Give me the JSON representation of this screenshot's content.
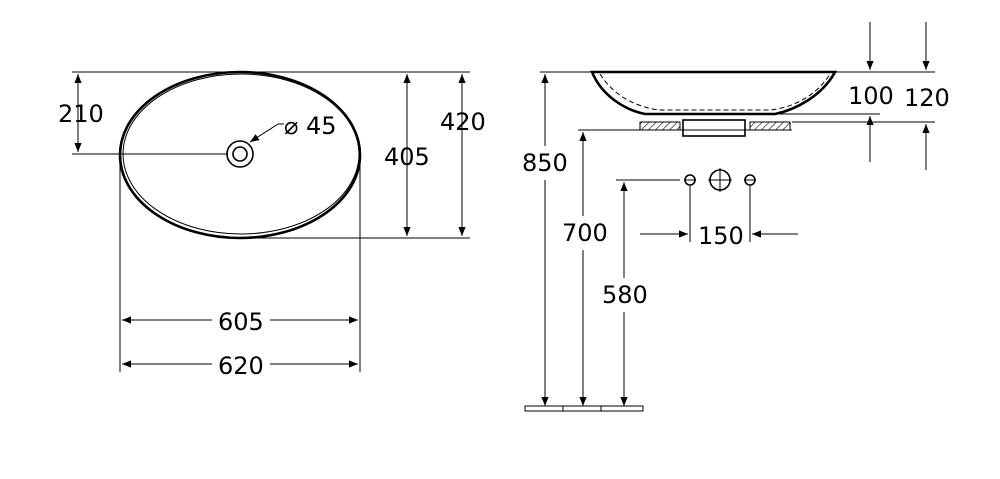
{
  "drawing": {
    "plan": {
      "drain_symbol": "⌀",
      "drain_value": "45",
      "offset_210": "210",
      "depth_405": "405",
      "depth_420": "420",
      "width_605": "605",
      "width_620": "620"
    },
    "side": {
      "bowl_height_100": "100",
      "total_height_120": "120",
      "top_850": "850",
      "mount_700": "700",
      "tap_580": "580",
      "tap_spacing_150": "150"
    }
  },
  "colors": {
    "line": "#000000",
    "background": "#ffffff",
    "hatch": "#000000"
  }
}
